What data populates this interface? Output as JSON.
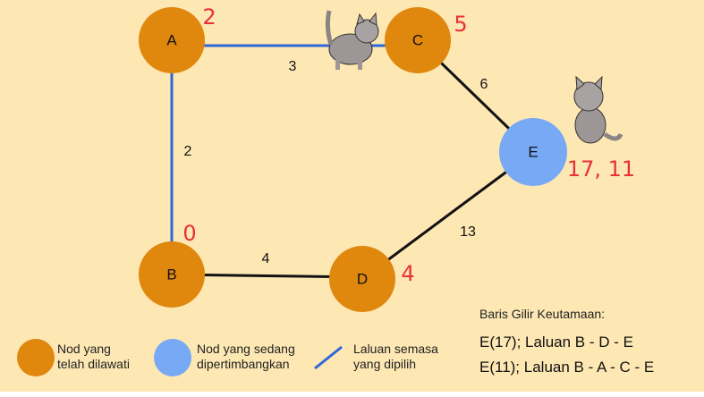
{
  "colors": {
    "visited": "#e0870e",
    "considering": "#78a9f4",
    "chosen_path": "#2e67d8",
    "edge": "#111111",
    "annotation": "#e8303a",
    "background": "#fde7b3"
  },
  "nodes": [
    {
      "id": "A",
      "annotation": "2"
    },
    {
      "id": "B",
      "annotation": "0"
    },
    {
      "id": "C",
      "annotation": "5"
    },
    {
      "id": "D",
      "annotation": "4"
    },
    {
      "id": "E",
      "annotation": "17, 11"
    }
  ],
  "edges": [
    {
      "from": "A",
      "to": "C",
      "weight": "3",
      "chosen": true
    },
    {
      "from": "A",
      "to": "B",
      "weight": "2",
      "chosen": true
    },
    {
      "from": "C",
      "to": "E",
      "weight": "6",
      "chosen": false
    },
    {
      "from": "B",
      "to": "D",
      "weight": "4",
      "chosen": false
    },
    {
      "from": "D",
      "to": "E",
      "weight": "13",
      "chosen": false
    }
  ],
  "legend": {
    "visited": [
      "Nod yang",
      "telah dilawati"
    ],
    "considering": [
      "Nod yang sedang",
      "dipertimbangkan"
    ],
    "path": [
      "Laluan semasa",
      "yang dipilih"
    ]
  },
  "queue": {
    "title": "Baris Gilir Keutamaan:",
    "items": [
      "E(17); Laluan B - D - E",
      "E(11); Laluan B - A - C - E"
    ]
  }
}
